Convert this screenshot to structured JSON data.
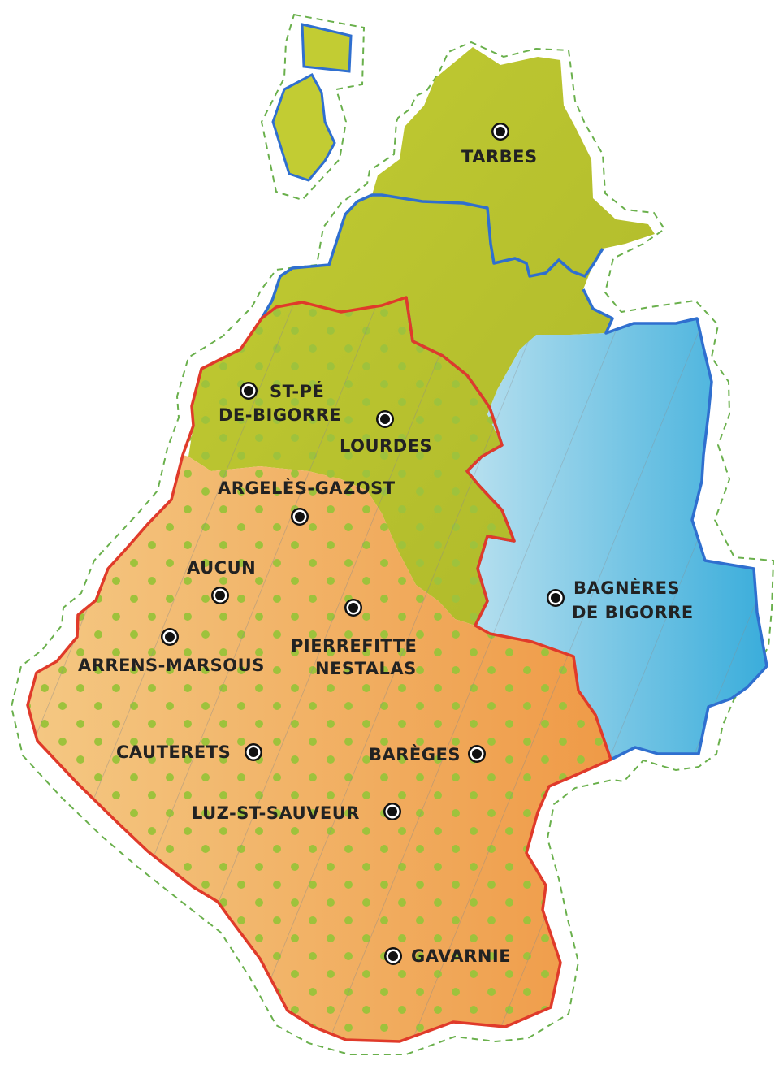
{
  "colors": {
    "background": "#ffffff",
    "zone_north": "#c2cc33",
    "zone_north_dark": "#aeb82a",
    "zone_east": "#3aaddb",
    "zone_east_light": "#b8e0ef",
    "zone_south_light": "#f4c883",
    "zone_south": "#ef9a47",
    "dot_pattern": "#9ec23c",
    "hatch_lines": "#8a8a8a",
    "outer_dashed": "#6ab04c",
    "border_blue": "#2f6fcf",
    "border_red": "#e03a2a",
    "label_text": "#222222"
  },
  "marker_icon": "city-marker-icon",
  "cities": [
    {
      "id": "tarbes",
      "lines": [
        "TARBES"
      ]
    },
    {
      "id": "st-pe-de-bigorre",
      "lines": [
        "ST-PÉ",
        "DE-BIGORRE"
      ]
    },
    {
      "id": "lourdes",
      "lines": [
        "LOURDES"
      ]
    },
    {
      "id": "argeles-gazost",
      "lines": [
        "ARGELÈS-GAZOST"
      ]
    },
    {
      "id": "aucun",
      "lines": [
        "AUCUN"
      ]
    },
    {
      "id": "arrens-marsous",
      "lines": [
        "ARRENS-MARSOUS"
      ]
    },
    {
      "id": "pierrefitte-nestalas",
      "lines": [
        "PIERREFITTE",
        "NESTALAS"
      ]
    },
    {
      "id": "bagneres-de-bigorre",
      "lines": [
        "BAGNÈRES",
        "DE BIGORRE"
      ]
    },
    {
      "id": "cauterets",
      "lines": [
        "CAUTERETS"
      ]
    },
    {
      "id": "bareges",
      "lines": [
        "BARÈGES"
      ]
    },
    {
      "id": "luz-st-sauveur",
      "lines": [
        "LUZ-ST-SAUVEUR"
      ]
    },
    {
      "id": "gavarnie",
      "lines": [
        "GAVARNIE"
      ]
    }
  ]
}
